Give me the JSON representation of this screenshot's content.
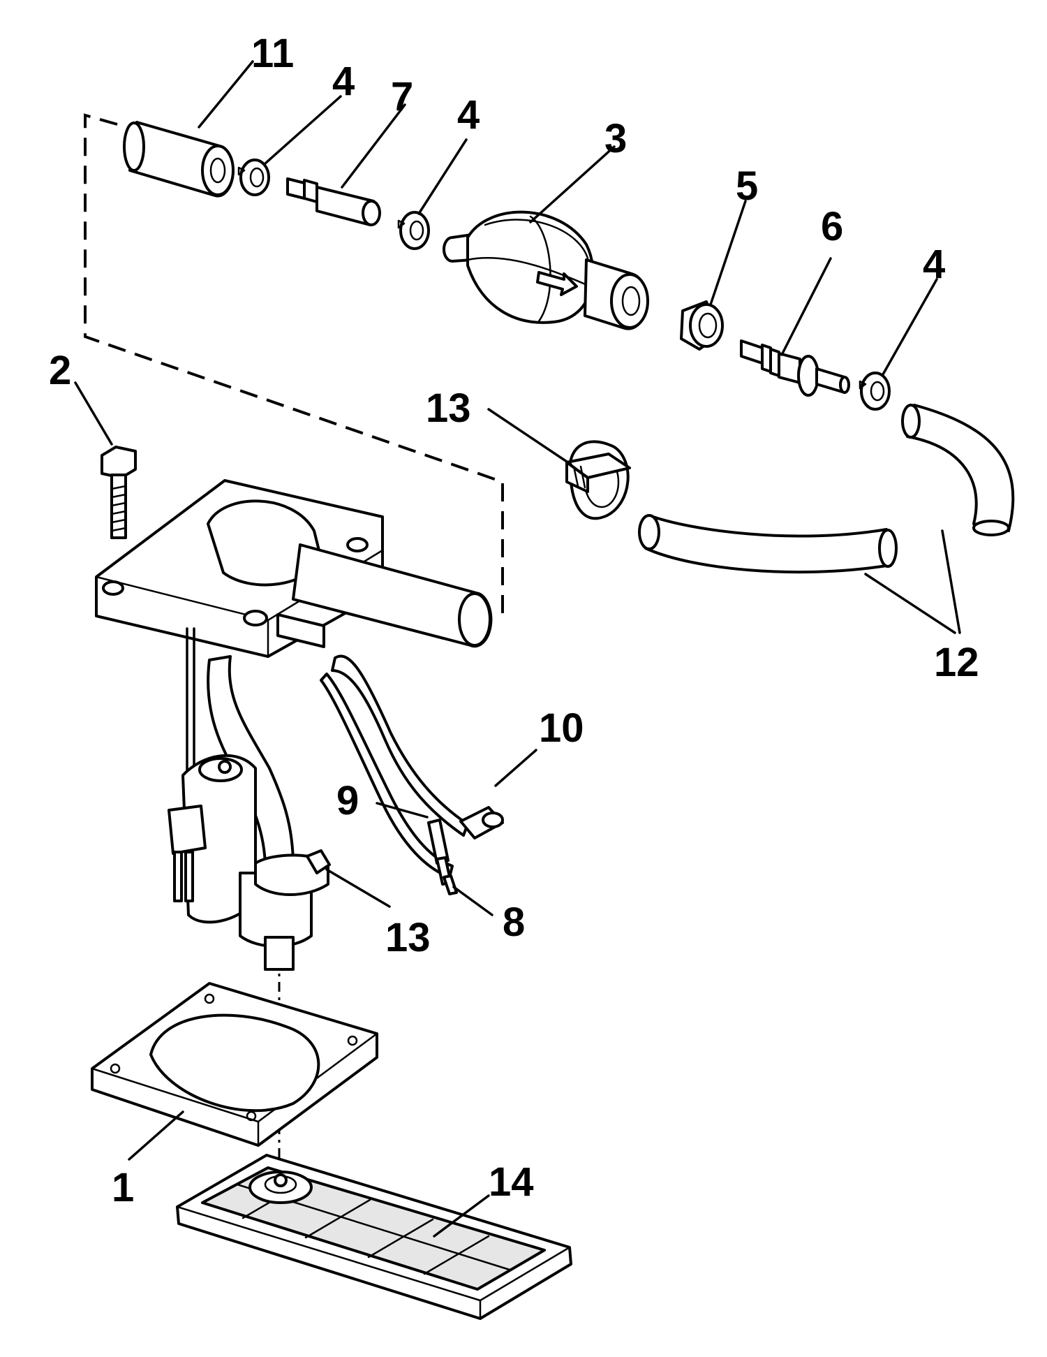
{
  "callouts": {
    "c1": "1",
    "c2": "2",
    "c3": "3",
    "c4a": "4",
    "c4b": "4",
    "c4c": "4",
    "c5": "5",
    "c6": "6",
    "c7": "7",
    "c8": "8",
    "c9": "9",
    "c10": "10",
    "c11": "11",
    "c12": "12",
    "c13a": "13",
    "c13b": "13",
    "c14": "14"
  },
  "colors": {
    "line": "#000000",
    "background": "#ffffff",
    "shade": "#e6e6e6"
  }
}
